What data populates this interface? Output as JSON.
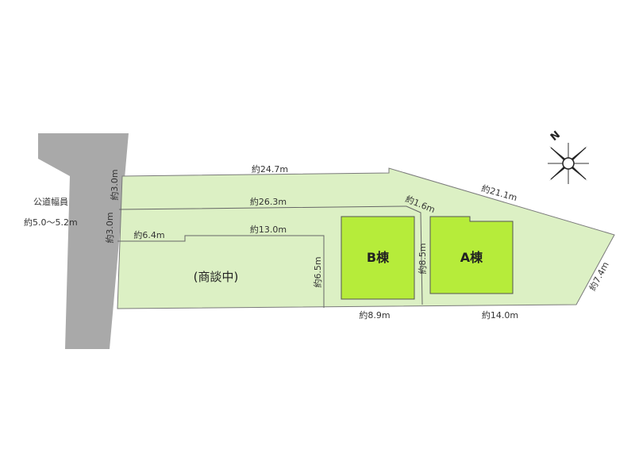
{
  "colors": {
    "road": "#a9a9a9",
    "lot": "#dcf0c4",
    "building": "#b6ec3a",
    "lot_line": "#7a7a7a",
    "building_border": "#555555",
    "text": "#333333"
  },
  "road": {
    "label_line1": "公道幅員",
    "label_line2": "約5.0～5.2m"
  },
  "buildings": {
    "b": "B棟",
    "a": "A棟"
  },
  "lot_status": "(商談中)",
  "dimensions": {
    "top_boundary": "約24.7m",
    "diagonal_boundary": "約21.1m",
    "inner_boundary": "約26.3m",
    "jog": "約1.6m",
    "sublot_top": "約13.0m",
    "sublot_left": "約6.4m",
    "left_upper": "約3.0m",
    "left_lower": "約3.0m",
    "sublot_depth": "約6.5m",
    "between_buildings": "約8.5m",
    "right_end": "約7.4m",
    "bottom_b": "約8.9m",
    "bottom_a": "約14.0m"
  },
  "compass": {
    "north_label": "N",
    "icon": "compass-rose-icon"
  }
}
